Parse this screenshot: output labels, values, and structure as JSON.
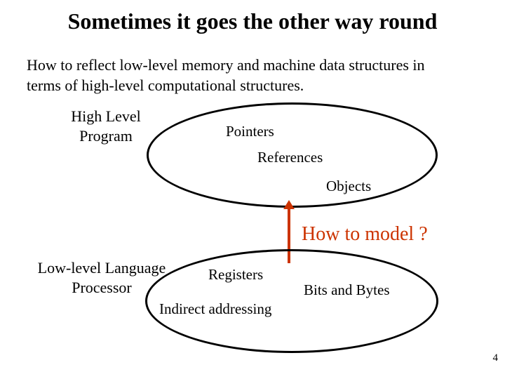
{
  "colors": {
    "accent": "#cc3300",
    "ink": "#000000",
    "background": "#ffffff"
  },
  "slide": {
    "title": "Sometimes it goes the other way round",
    "body_line1": "How to reflect low-level memory and machine data structures in",
    "body_line2": "terms of high-level computational structures.",
    "page_number": "4"
  },
  "high_level": {
    "label_line1": "High Level",
    "label_line2": "Program",
    "items": [
      "Pointers",
      "References",
      "Objects"
    ]
  },
  "annotation": {
    "question": "How to model ?"
  },
  "low_level": {
    "label_line1": "Low-level Language",
    "label_line2": "Processor",
    "items": [
      "Registers",
      "Bits and Bytes",
      "Indirect addressing"
    ]
  }
}
